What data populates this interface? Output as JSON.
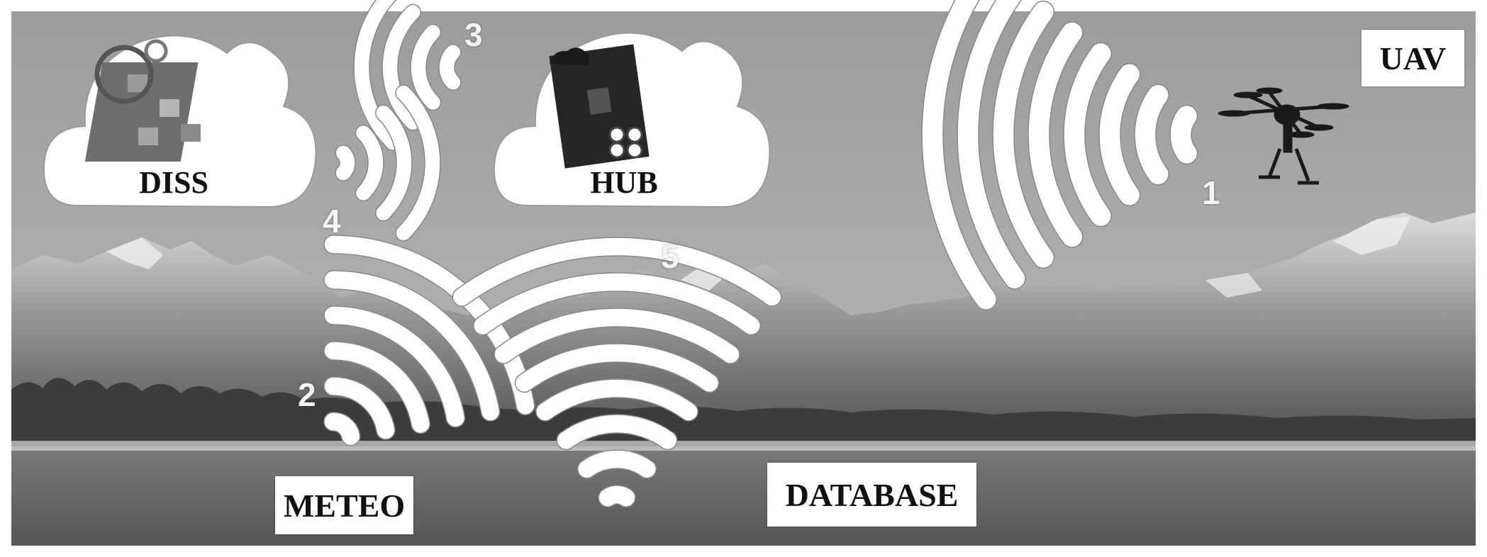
{
  "labels": {
    "uav": "UAV",
    "diss": "DISS",
    "hub": "HUB",
    "meteo": "METEO",
    "database": "DATABASE"
  },
  "links": {
    "uav": "1",
    "meteo": "2",
    "diss_to_hub": "3",
    "hub_to_diss": "4",
    "database": "5"
  },
  "colors": {
    "sky": "#a9a9a9",
    "signal": "#ffffff",
    "cloud": "#ffffff",
    "mountain": "#6f6f6f",
    "snow": "#e6e6e6",
    "trees": "#3a3a3a",
    "ground": "#6b6b6b"
  },
  "icons": [
    "drone-icon",
    "weather-map-icon",
    "hub-device-icon",
    "signal-waves-icon"
  ]
}
